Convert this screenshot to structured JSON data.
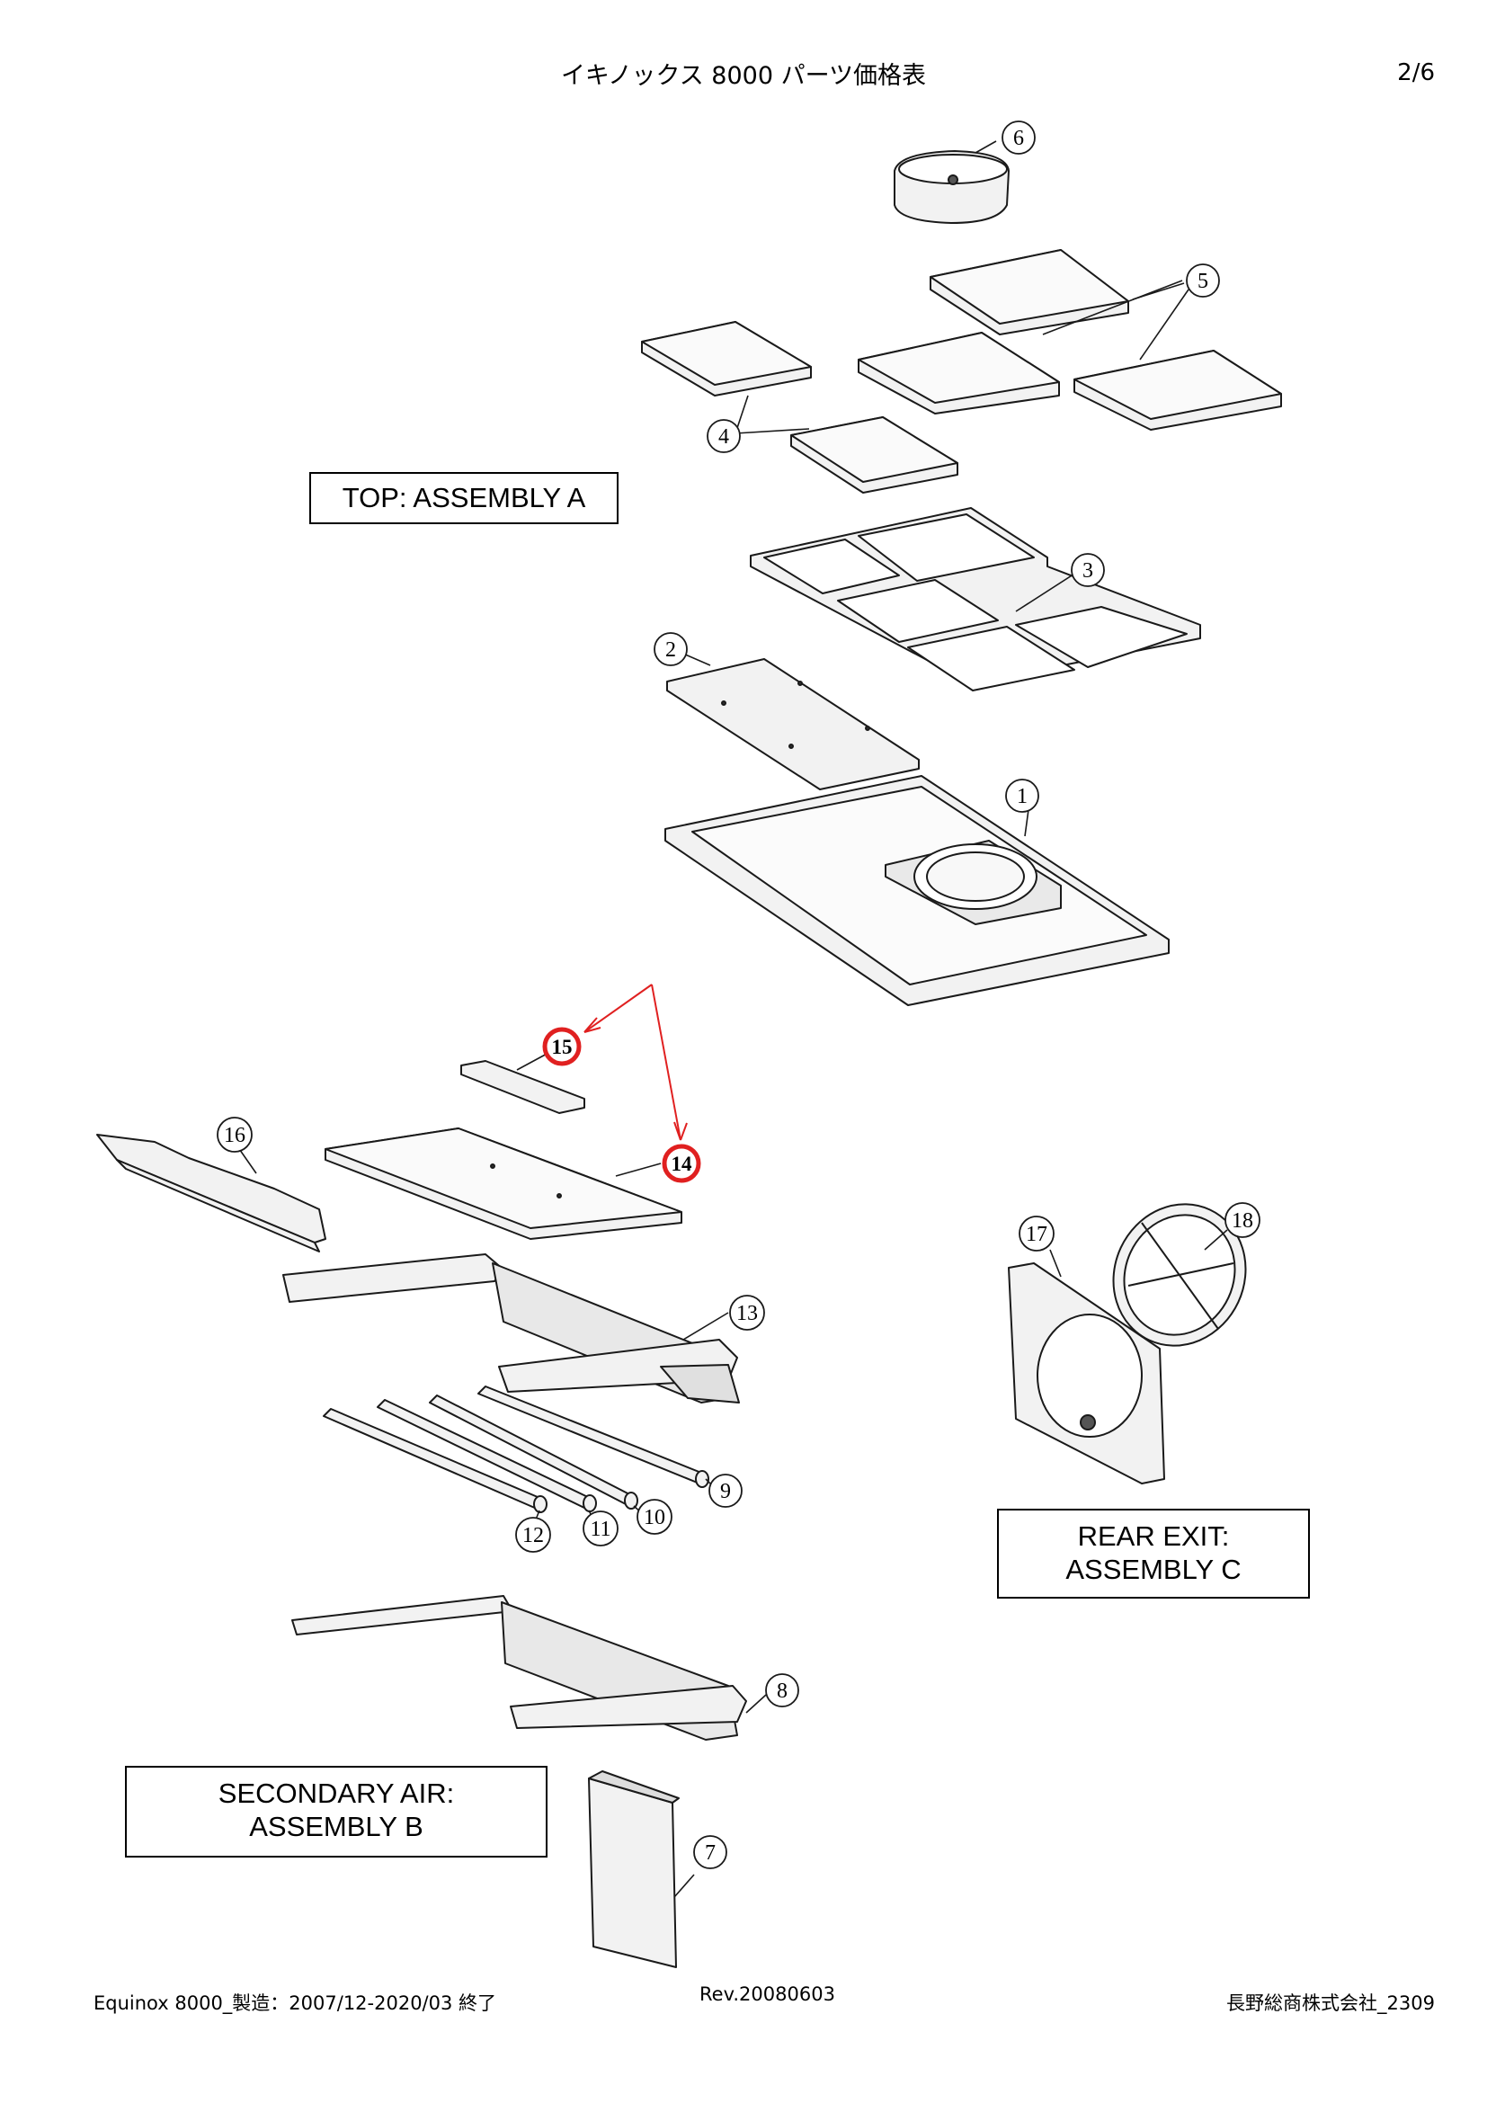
{
  "header": {
    "title": "イキノックス 8000 パーツ価格表",
    "page": "2/6"
  },
  "assemblies": {
    "a": {
      "label": "TOP: ASSEMBLY A"
    },
    "b": {
      "line1": "SECONDARY AIR:",
      "line2": "ASSEMBLY B"
    },
    "c": {
      "line1": "REAR EXIT:",
      "line2": "ASSEMBLY C"
    }
  },
  "callouts": [
    "1",
    "2",
    "3",
    "4",
    "5",
    "6",
    "7",
    "8",
    "9",
    "10",
    "11",
    "12",
    "13",
    "14",
    "15",
    "16",
    "17",
    "18"
  ],
  "highlighted_callouts": [
    "14",
    "15"
  ],
  "colors": {
    "highlight": "#e02020",
    "line": "#1a1a1a",
    "fill": "#f2f2f2"
  },
  "footer": {
    "left": "Equinox 8000_製造：2007/12-2020/03 終了",
    "center": "Rev.20080603",
    "right": "長野総商株式会社_2309"
  }
}
